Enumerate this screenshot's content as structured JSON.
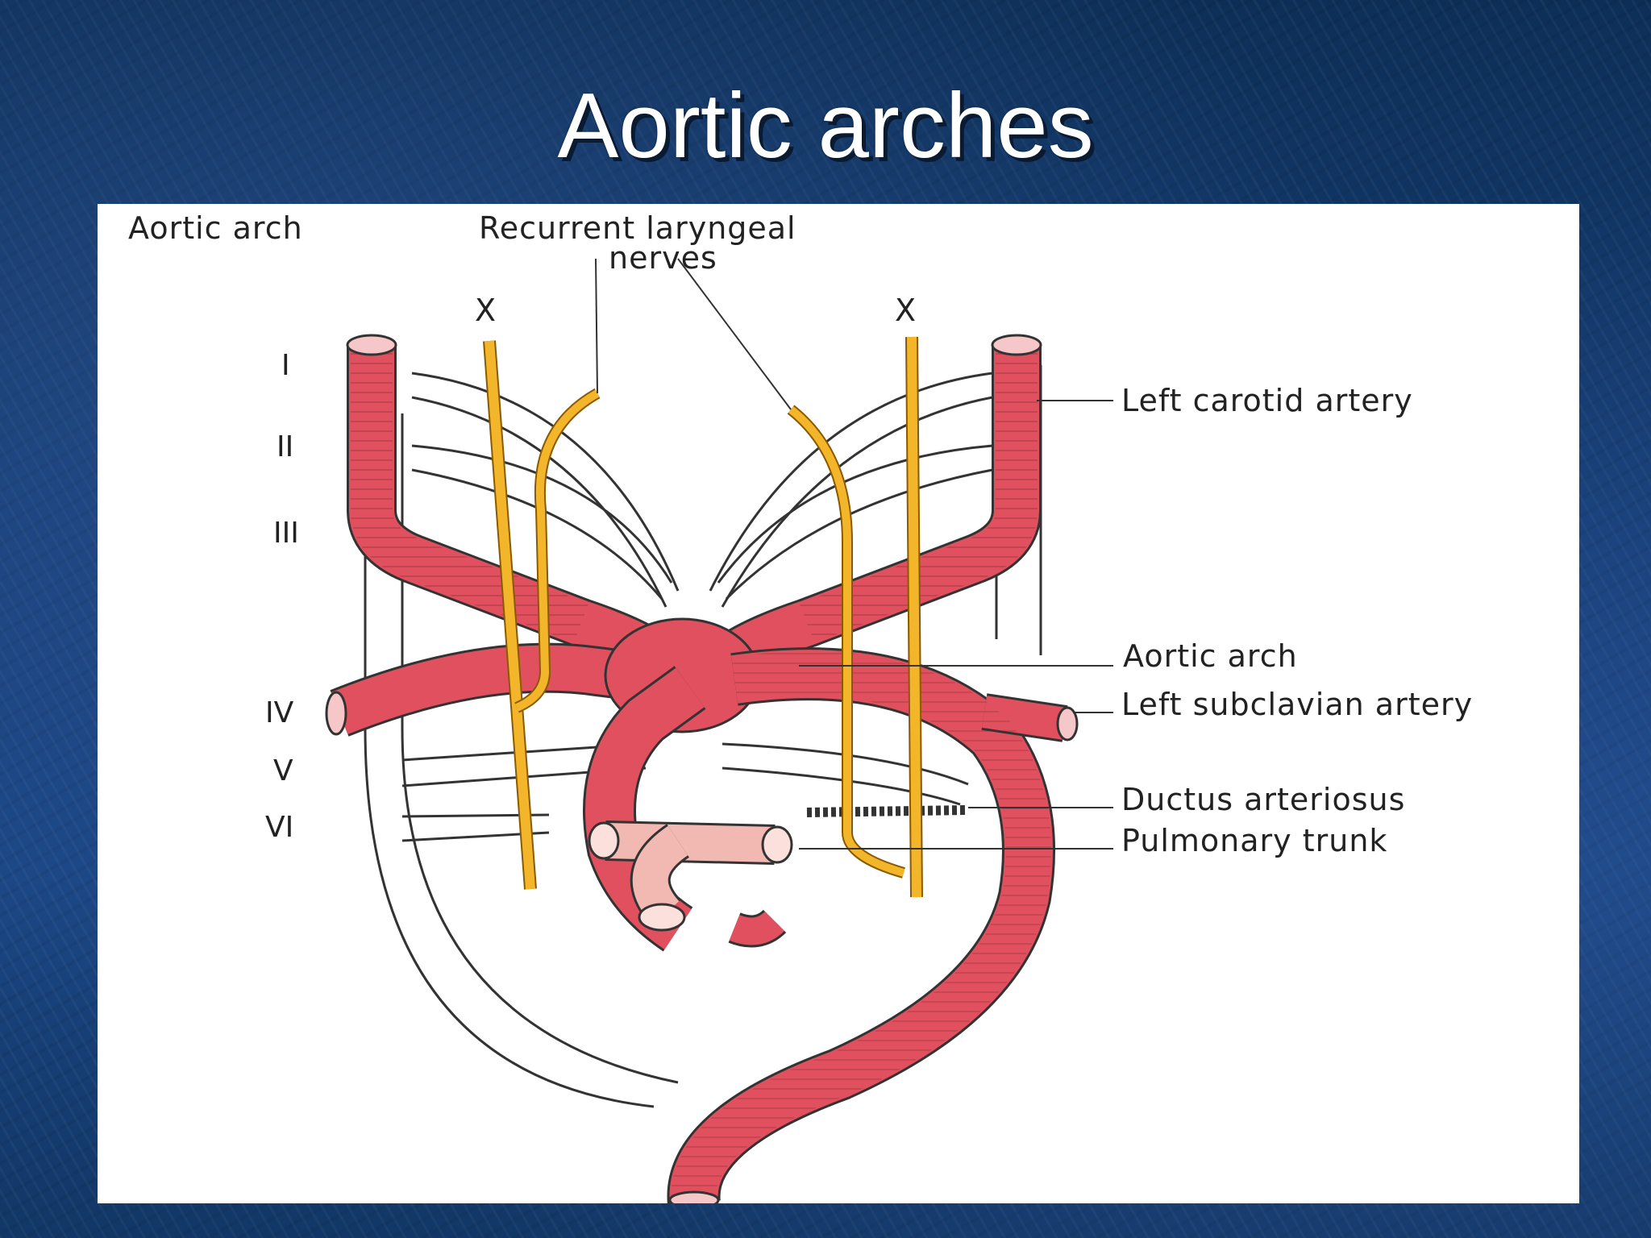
{
  "slide": {
    "title": "Aortic arches"
  },
  "diagram": {
    "labels": {
      "aortic_arch_heading": "Aortic arch",
      "recurrent_laryngeal_line1": "Recurrent laryngeal",
      "recurrent_laryngeal_line2": "nerves",
      "vagus_left": "X",
      "vagus_right": "X",
      "left_carotid_artery": "Left carotid artery",
      "aortic_arch": "Aortic arch",
      "left_subclavian_artery": "Left subclavian artery",
      "ductus_arteriosus": "Ductus arteriosus",
      "pulmonary_trunk": "Pulmonary trunk"
    },
    "arch_numerals": [
      "I",
      "II",
      "III",
      "IV",
      "V",
      "VI"
    ],
    "colors": {
      "artery": "#e0505e",
      "pulmonary": "#f2b8b2",
      "nerve": "#f3b52a",
      "outline": "#333333",
      "background_blue": "#1a4684"
    }
  }
}
